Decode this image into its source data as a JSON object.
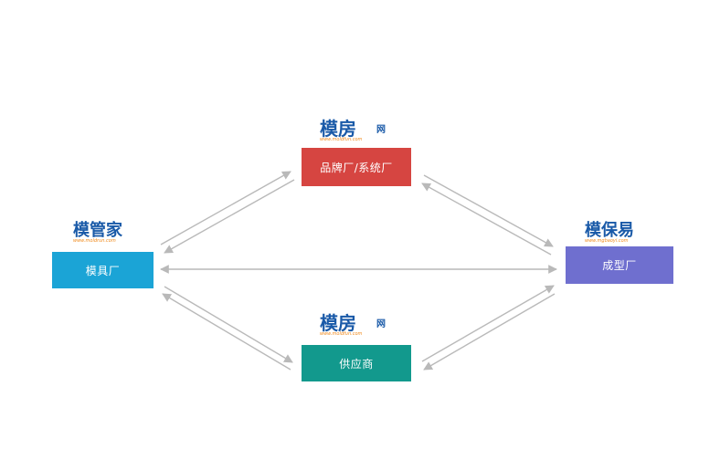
{
  "nodes": {
    "brand": {
      "label": "品牌厂/系统厂",
      "color": "#d64541"
    },
    "mold": {
      "label": "模具厂",
      "color": "#1ba4d6"
    },
    "molding": {
      "label": "成型厂",
      "color": "#6f6fcf"
    },
    "supplier": {
      "label": "供应商",
      "color": "#12998d"
    }
  },
  "logos": {
    "top": {
      "text": "模房",
      "sub": "www.moldfun.com",
      "accent": "网"
    },
    "left": {
      "text": "模管家",
      "sub": "www.moldrun.com"
    },
    "right": {
      "text": "模保易",
      "sub": "www.mgbaoyi.com"
    },
    "bottom": {
      "text": "模房",
      "sub": "www.moldfun.com",
      "accent": "网"
    }
  },
  "colors": {
    "logo_blue": "#1a5aa8",
    "logo_orange": "#f08a1c",
    "arrow": "#b9b9b9"
  }
}
